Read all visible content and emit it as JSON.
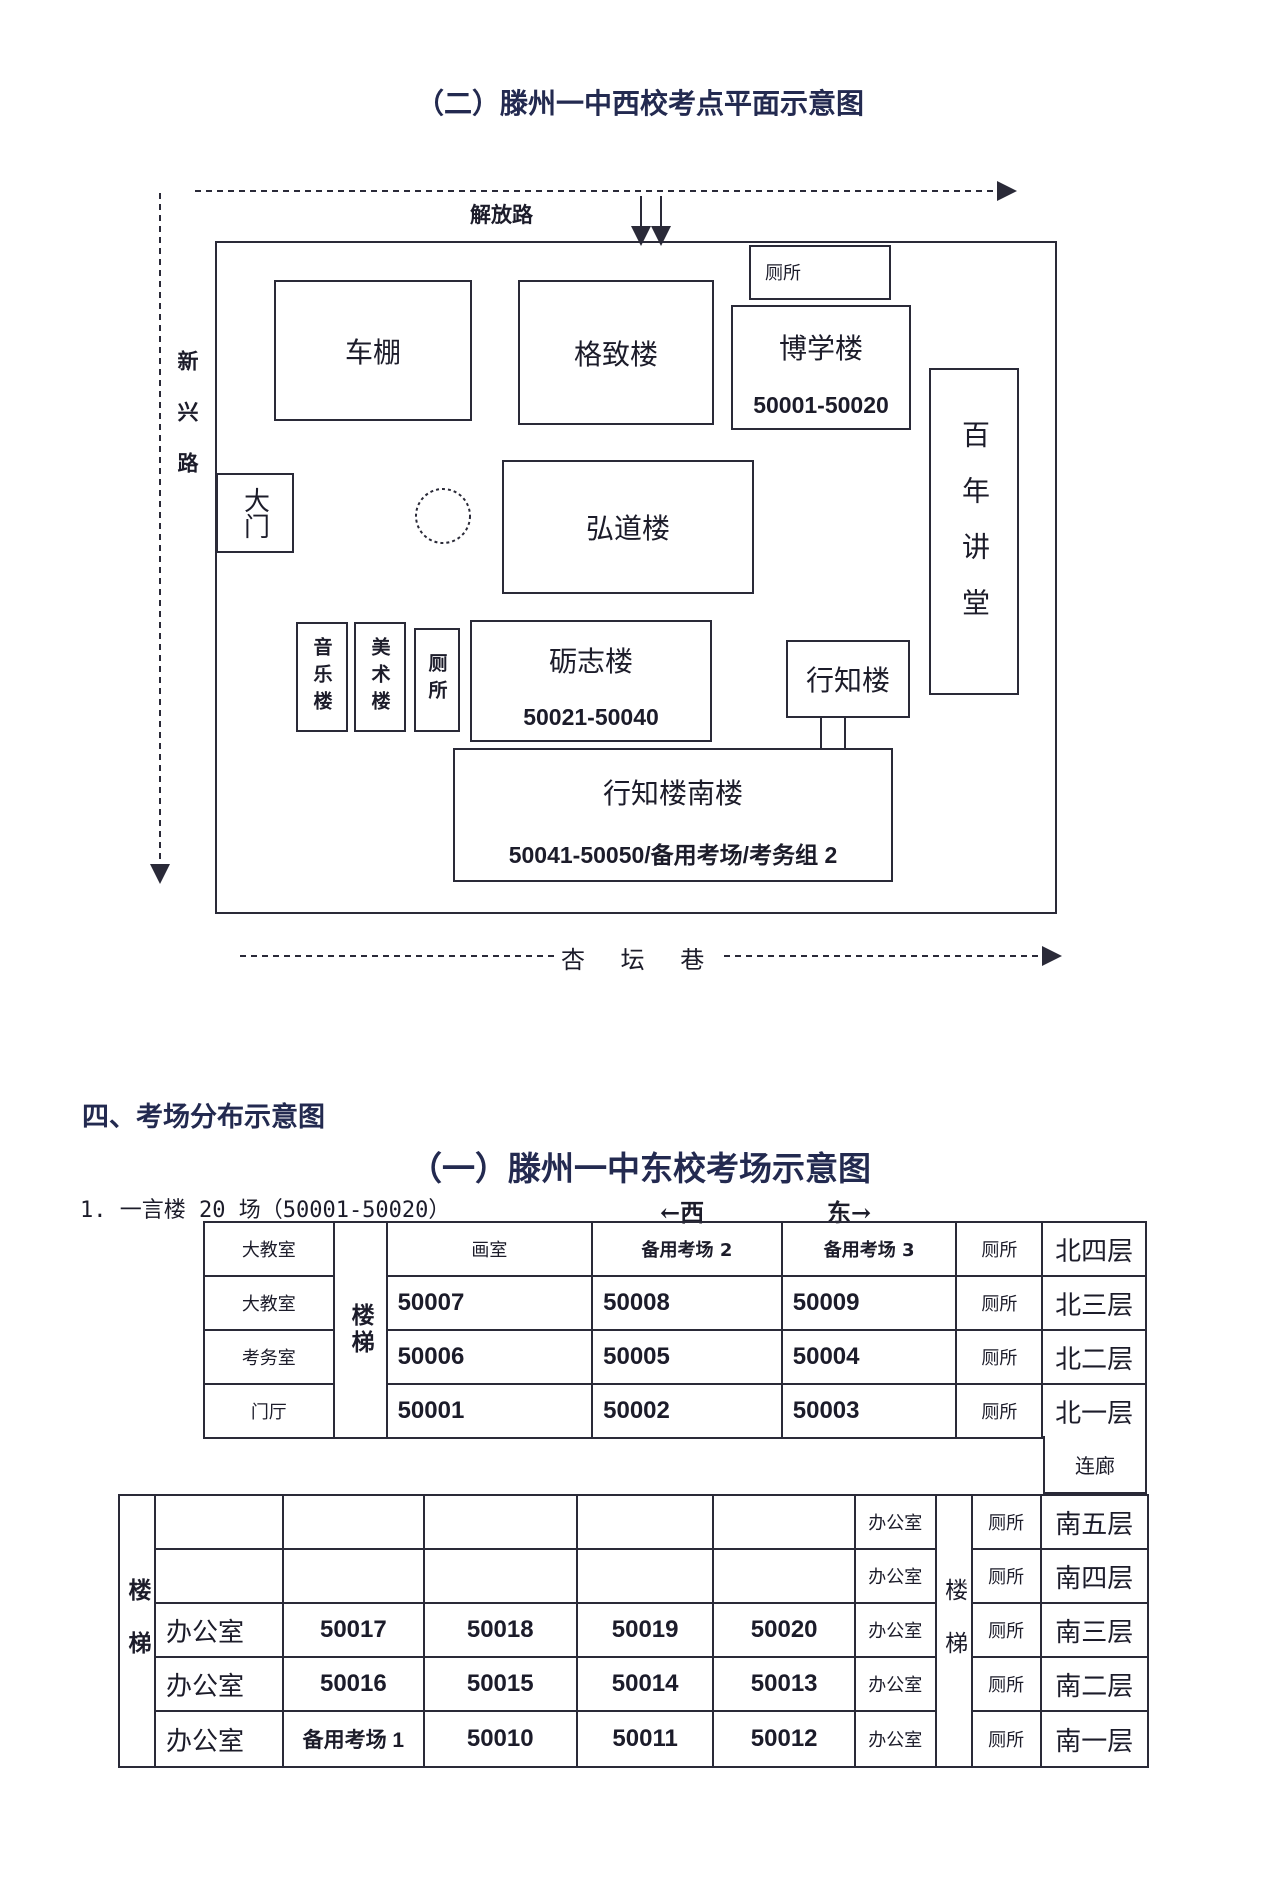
{
  "west_map": {
    "title": "（二）滕州一中西校考点平面示意图",
    "roads": {
      "north": "解放路",
      "west": "新兴路",
      "south": "杏 坛 巷"
    },
    "gate": "大门",
    "buildings": {
      "bike_shed": "车棚",
      "gezhi": "格致楼",
      "boxue": "博学楼",
      "boxue_range": "50001-50020",
      "toilet_top": "厕所",
      "hongdao": "弘道楼",
      "bainian": "百年讲堂",
      "music": "音乐楼",
      "art": "美术楼",
      "toilet_mid": "厕所",
      "lizhi": "砺志楼",
      "lizhi_range": "50021-50040",
      "xingzhi": "行知楼",
      "xingzhi_south": "行知楼南楼",
      "xingzhi_south_range": "50041-50050/备用考场/考务组 2"
    }
  },
  "section": {
    "heading": "四、考场分布示意图",
    "subtitle": "（一）滕州一中东校考场示意图",
    "building_caption": "1. 一言楼 20 场（50001-50020）",
    "west_label": "←西",
    "east_label": "东→"
  },
  "north_table": {
    "stairs": "楼梯",
    "rows": [
      {
        "left": "大教室",
        "cells": [
          "画室",
          "备用考场 2",
          "备用考场 3"
        ],
        "toilet": "厕所",
        "floor": "北四层"
      },
      {
        "left": "大教室",
        "cells": [
          "50007",
          "50008",
          "50009"
        ],
        "toilet": "厕所",
        "floor": "北三层"
      },
      {
        "left": "考务室",
        "cells": [
          "50006",
          "50005",
          "50004"
        ],
        "toilet": "厕所",
        "floor": "北二层"
      },
      {
        "left": "门厅",
        "cells": [
          "50001",
          "50002",
          "50003"
        ],
        "toilet": "厕所",
        "floor": "北一层"
      }
    ],
    "corridor": "连廊"
  },
  "south_table": {
    "stairs_left": "楼梯",
    "stairs_right": "楼梯",
    "rows": [
      {
        "cells": [
          "",
          "",
          "",
          "",
          ""
        ],
        "office": "办公室",
        "toilet": "厕所",
        "floor": "南五层"
      },
      {
        "cells": [
          "",
          "",
          "",
          "",
          ""
        ],
        "office": "办公室",
        "toilet": "厕所",
        "floor": "南四层"
      },
      {
        "cells": [
          "办公室",
          "50017",
          "50018",
          "50019",
          "50020"
        ],
        "office": "办公室",
        "toilet": "厕所",
        "floor": "南三层"
      },
      {
        "cells": [
          "办公室",
          "50016",
          "50015",
          "50014",
          "50013"
        ],
        "office": "办公室",
        "toilet": "厕所",
        "floor": "南二层"
      },
      {
        "cells": [
          "办公室",
          "备用考场 1",
          "50010",
          "50011",
          "50012"
        ],
        "office": "办公室",
        "toilet": "厕所",
        "floor": "南一层"
      }
    ]
  }
}
